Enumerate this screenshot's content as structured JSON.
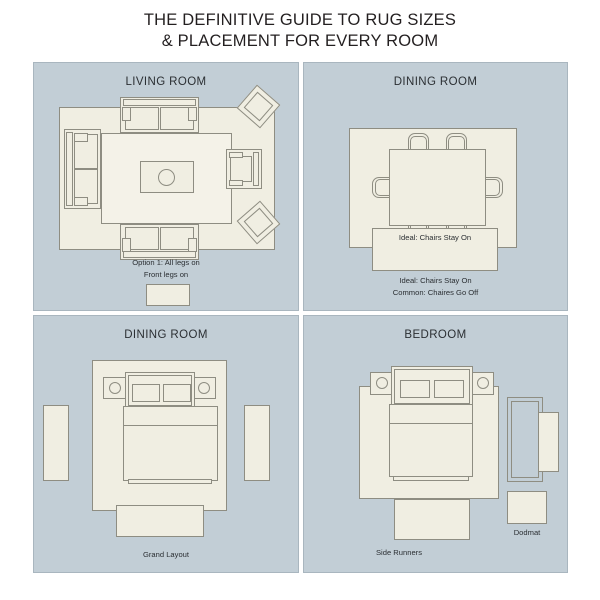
{
  "title": {
    "line1": "THE DEFINITIVE GUIDE TO RUG SIZES",
    "line2": "& PLACEMENT FOR EVERY ROOM"
  },
  "panels": [
    {
      "id": "living-room",
      "title": "LIVING ROOM",
      "captions": [
        "Option 1: All legs on",
        "Front legs on"
      ]
    },
    {
      "id": "dining-room-1",
      "title": "DINING ROOM",
      "box_label": "Ideal: Chairs Stay On",
      "captions": [
        "Ideal: Chairs Stay On",
        "Common: Chaires Go Off"
      ]
    },
    {
      "id": "dining-room-2",
      "title": "DINING ROOM",
      "captions": [
        "Grand Layout"
      ]
    },
    {
      "id": "bedroom",
      "title": "BEDROOM",
      "captions": [
        "Side Runners"
      ],
      "extra_label": "Dodmat"
    }
  ],
  "colors": {
    "page_background": "#ffffff",
    "panel_background": "#c2ced6",
    "panel_border": "#a9b6bf",
    "rug_fill": "#f0eee2",
    "furniture_outline": "#8e8d82",
    "text": "#231f20"
  }
}
